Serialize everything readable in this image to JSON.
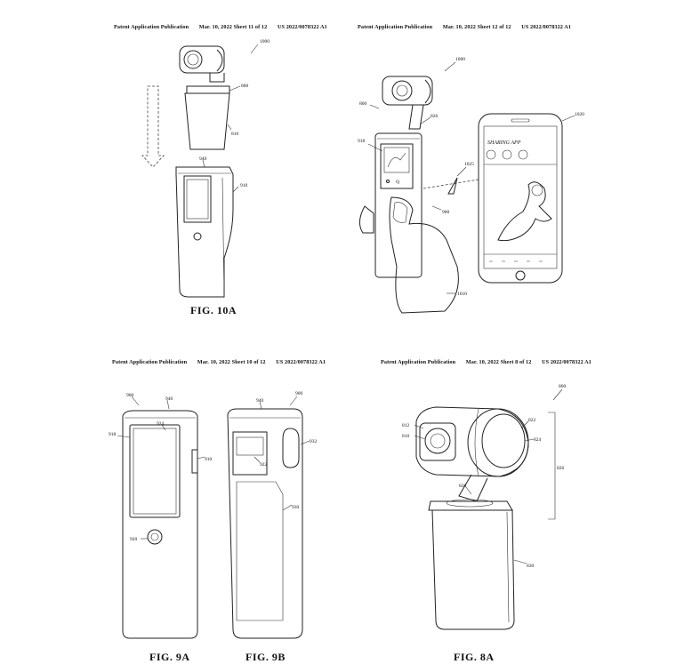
{
  "sheets": {
    "top_left": {
      "header": {
        "publication": "Patent Application Publication",
        "date_sheet": "Mar. 10, 2022 Sheet 11 of 12",
        "number": "US 2022/0078322 A1"
      },
      "figure_label": "FIG. 10A",
      "refs": {
        "r1000": "1000",
        "r800": "800",
        "r810": "810",
        "r940": "940",
        "r910": "910"
      }
    },
    "top_right": {
      "header": {
        "publication": "Patent Application Publication",
        "date_sheet": "Mar. 10, 2022 Sheet 12 of 12",
        "number": "US 2022/0078322 A1"
      },
      "refs": {
        "r1000": "1000",
        "r800": "800",
        "r826": "826",
        "r918": "918",
        "r1025": "1025",
        "r1020": "1020",
        "r900": "900",
        "r1010": "1010"
      },
      "phone_app_title": "SHARING APP"
    },
    "bottom_left": {
      "header": {
        "publication": "Patent Application Publication",
        "date_sheet": "Mar. 10, 2022 Sheet 10 of 12",
        "number": "US 2022/0078322 A1"
      },
      "figure_labels": [
        "FIG. 9A",
        "FIG. 9B"
      ],
      "refs": {
        "r900a": "900",
        "r940a": "940",
        "r924": "924",
        "r918": "918",
        "r910": "910",
        "r920": "920",
        "r900b": "900",
        "r940b": "940",
        "r932": "932",
        "r922": "922",
        "r930": "930"
      }
    },
    "bottom_right": {
      "header": {
        "publication": "Patent Application Publication",
        "date_sheet": "Mar. 10, 2022 Sheet 8 of 12",
        "number": "US 2022/0078322 A1"
      },
      "figure_label": "FIG. 8A",
      "refs": {
        "r800": "800",
        "r812": "812",
        "r810": "810",
        "r822": "822",
        "r824": "824",
        "r826a": "826",
        "r826b": "826",
        "r830": "830"
      }
    }
  }
}
